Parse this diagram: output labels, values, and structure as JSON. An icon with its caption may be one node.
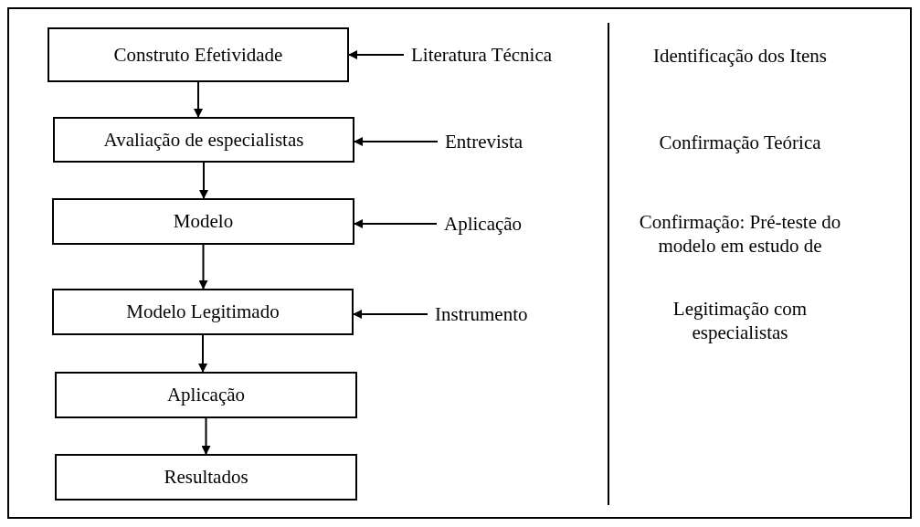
{
  "diagram": {
    "nodes": [
      {
        "text": [
          "Construto Efetividade"
        ]
      },
      {
        "text": [
          "Avaliação de especialistas"
        ]
      },
      {
        "text": [
          "Modelo"
        ]
      },
      {
        "text": [
          "Modelo Legitimado"
        ]
      },
      {
        "text": [
          "Aplicação"
        ]
      },
      {
        "text": [
          "Resultados"
        ]
      },
      {
        "text": [
          "Literatura Técnica"
        ]
      },
      {
        "text": [
          "Entrevista"
        ]
      },
      {
        "text": [
          "Aplicação"
        ]
      },
      {
        "text": [
          "Instrumento"
        ]
      }
    ],
    "edges": [
      {
        "from": 0,
        "to": 1,
        "arrow": "to"
      },
      {
        "from": 1,
        "to": 2,
        "arrow": "to"
      },
      {
        "from": 2,
        "to": 3,
        "arrow": "to"
      },
      {
        "from": 3,
        "to": 4,
        "arrow": "to"
      },
      {
        "from": 4,
        "to": 5,
        "arrow": "to"
      },
      {
        "from": 6,
        "to": 0,
        "arrow": "to"
      },
      {
        "from": 7,
        "to": 1,
        "arrow": "to"
      },
      {
        "from": 8,
        "to": 2,
        "arrow": "to"
      },
      {
        "from": 9,
        "to": 3,
        "arrow": "to"
      }
    ],
    "labels": [
      "Identificação dos Itens",
      "Confirmação Teórica",
      "Confirmação: Pré-teste do modelo em estudo de",
      "Legitimação com especialistas"
    ]
  }
}
